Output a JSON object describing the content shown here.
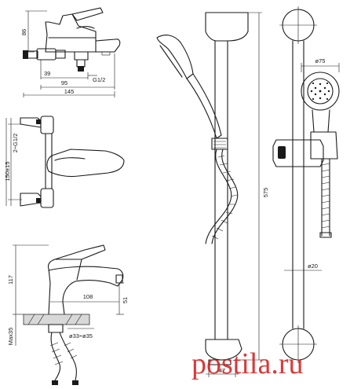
{
  "dimensions": {
    "mixer_height": "86",
    "mixer_inlet": "39",
    "mixer_spout": "95",
    "mixer_width": "145",
    "mixer_thread": "G1/2",
    "front_thread": "2÷G1/2",
    "front_spacing": "150±15",
    "basin_height": "117",
    "basin_reach": "108",
    "basin_spout_height": "51",
    "basin_deck_max": "Max35",
    "basin_hole": "ø33÷ø35",
    "rail_length": "575",
    "rail_base": "47",
    "rail_diameter": "ø20",
    "head_diameter": "ø75"
  },
  "watermark": "postila.ru"
}
